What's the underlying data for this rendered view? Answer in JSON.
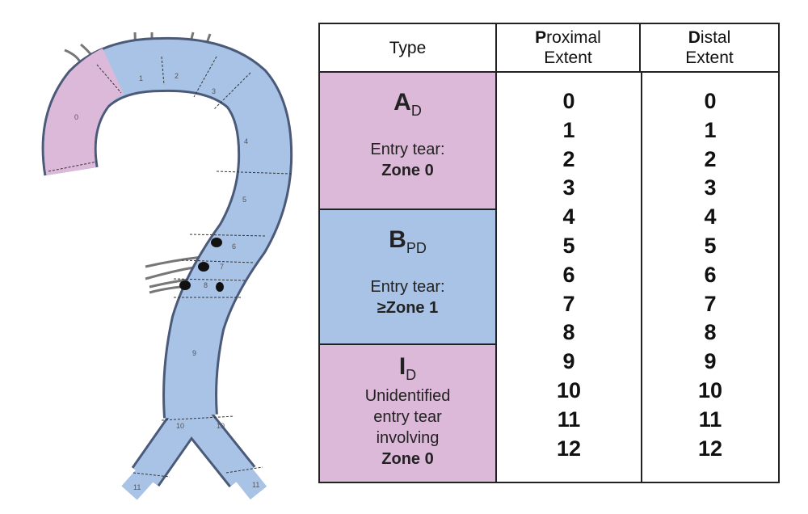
{
  "colors": {
    "pink": "#dcb8d9",
    "blue": "#a9c3e6",
    "border": "#222222"
  },
  "diagram": {
    "zone_labels": [
      "0",
      "1",
      "2",
      "3",
      "4",
      "5",
      "6",
      "7",
      "8",
      "9",
      "10",
      "10",
      "11",
      "11"
    ]
  },
  "table": {
    "headers": {
      "type": "Type",
      "proximal_first": "P",
      "proximal_rest": "roximal",
      "proximal_line2": "Extent",
      "distal_first": "D",
      "distal_rest": "istal",
      "distal_line2": "Extent"
    },
    "rows": [
      {
        "letter": "A",
        "sub": "D",
        "line1": "Entry tear:",
        "line2": "Zone 0"
      },
      {
        "letter": "B",
        "sub": "PD",
        "line1": "Entry tear:",
        "line2": "≥Zone 1"
      },
      {
        "letter": "I",
        "sub": "D",
        "line1": "Unidentified",
        "line2": "entry tear",
        "line3": "involving",
        "line4": "Zone 0"
      }
    ],
    "proximal": [
      "0",
      "1",
      "2",
      "3",
      "4",
      "5",
      "6",
      "7",
      "8",
      "9",
      "10",
      "11",
      "12"
    ],
    "distal": [
      "0",
      "1",
      "2",
      "3",
      "4",
      "5",
      "6",
      "7",
      "8",
      "9",
      "10",
      "11",
      "12"
    ]
  }
}
